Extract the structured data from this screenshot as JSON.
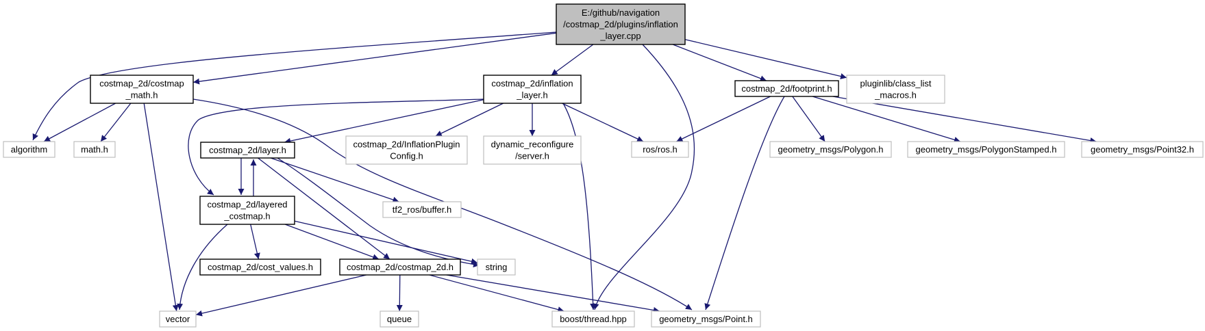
{
  "colors": {
    "edge": "#191970",
    "root_fill": "#bfbfbf",
    "documented_border": "#000000",
    "external_border": "#bfbfbf"
  },
  "nodes": [
    {
      "id": "root",
      "kind": "root",
      "lines": [
        "E:/github/navigation",
        "/costmap_2d/plugins/inflation",
        "_layer.cpp"
      ]
    },
    {
      "id": "costmap_math",
      "kind": "documented",
      "lines": [
        "costmap_2d/costmap",
        "_math.h"
      ]
    },
    {
      "id": "inflation_layer",
      "kind": "documented",
      "lines": [
        "costmap_2d/inflation",
        "_layer.h"
      ]
    },
    {
      "id": "footprint",
      "kind": "documented",
      "lines": [
        "costmap_2d/footprint.h"
      ]
    },
    {
      "id": "class_list",
      "kind": "external",
      "lines": [
        "pluginlib/class_list",
        "_macros.h"
      ]
    },
    {
      "id": "algorithm",
      "kind": "external",
      "lines": [
        "algorithm"
      ]
    },
    {
      "id": "math",
      "kind": "external",
      "lines": [
        "math.h"
      ]
    },
    {
      "id": "layer",
      "kind": "documented",
      "lines": [
        "costmap_2d/layer.h"
      ]
    },
    {
      "id": "inflation_cfg",
      "kind": "external",
      "lines": [
        "costmap_2d/InflationPlugin",
        "Config.h"
      ]
    },
    {
      "id": "dyn_server",
      "kind": "external",
      "lines": [
        "dynamic_reconfigure",
        "/server.h"
      ]
    },
    {
      "id": "ros",
      "kind": "external",
      "lines": [
        "ros/ros.h"
      ]
    },
    {
      "id": "polygon",
      "kind": "external",
      "lines": [
        "geometry_msgs/Polygon.h"
      ]
    },
    {
      "id": "polygon_stamped",
      "kind": "external",
      "lines": [
        "geometry_msgs/PolygonStamped.h"
      ]
    },
    {
      "id": "point32",
      "kind": "external",
      "lines": [
        "geometry_msgs/Point32.h"
      ]
    },
    {
      "id": "tf2_buffer",
      "kind": "external",
      "lines": [
        "tf2_ros/buffer.h"
      ]
    },
    {
      "id": "layered_costmap",
      "kind": "documented",
      "lines": [
        "costmap_2d/layered",
        "_costmap.h"
      ]
    },
    {
      "id": "cost_values",
      "kind": "documented",
      "lines": [
        "costmap_2d/cost_values.h"
      ]
    },
    {
      "id": "costmap_2d",
      "kind": "documented",
      "lines": [
        "costmap_2d/costmap_2d.h"
      ]
    },
    {
      "id": "string",
      "kind": "external",
      "lines": [
        "string"
      ]
    },
    {
      "id": "vector",
      "kind": "external",
      "lines": [
        "vector"
      ]
    },
    {
      "id": "queue",
      "kind": "external",
      "lines": [
        "queue"
      ]
    },
    {
      "id": "boost_thread",
      "kind": "external",
      "lines": [
        "boost/thread.hpp"
      ]
    },
    {
      "id": "point",
      "kind": "external",
      "lines": [
        "geometry_msgs/Point.h"
      ]
    }
  ],
  "edges": [
    {
      "from": "root",
      "to": "algorithm"
    },
    {
      "from": "root",
      "to": "costmap_math"
    },
    {
      "from": "root",
      "to": "inflation_layer"
    },
    {
      "from": "root",
      "to": "boost_thread"
    },
    {
      "from": "root",
      "to": "footprint"
    },
    {
      "from": "root",
      "to": "class_list"
    },
    {
      "from": "costmap_math",
      "to": "algorithm"
    },
    {
      "from": "costmap_math",
      "to": "math"
    },
    {
      "from": "costmap_math",
      "to": "vector"
    },
    {
      "from": "costmap_math",
      "to": "point"
    },
    {
      "from": "inflation_layer",
      "to": "layer"
    },
    {
      "from": "inflation_layer",
      "to": "layered_costmap"
    },
    {
      "from": "inflation_layer",
      "to": "inflation_cfg"
    },
    {
      "from": "inflation_layer",
      "to": "dyn_server"
    },
    {
      "from": "inflation_layer",
      "to": "ros"
    },
    {
      "from": "inflation_layer",
      "to": "boost_thread"
    },
    {
      "from": "footprint",
      "to": "ros"
    },
    {
      "from": "footprint",
      "to": "polygon"
    },
    {
      "from": "footprint",
      "to": "polygon_stamped"
    },
    {
      "from": "footprint",
      "to": "point32"
    },
    {
      "from": "footprint",
      "to": "point"
    },
    {
      "from": "layer",
      "to": "layered_costmap"
    },
    {
      "from": "layer",
      "to": "tf2_buffer"
    },
    {
      "from": "layer",
      "to": "costmap_2d"
    },
    {
      "from": "layer",
      "to": "string"
    },
    {
      "from": "layered_costmap",
      "to": "layer"
    },
    {
      "from": "layered_costmap",
      "to": "cost_values"
    },
    {
      "from": "layered_costmap",
      "to": "costmap_2d"
    },
    {
      "from": "layered_costmap",
      "to": "string"
    },
    {
      "from": "layered_costmap",
      "to": "vector"
    },
    {
      "from": "costmap_2d",
      "to": "vector"
    },
    {
      "from": "costmap_2d",
      "to": "queue"
    },
    {
      "from": "costmap_2d",
      "to": "boost_thread"
    },
    {
      "from": "costmap_2d",
      "to": "point"
    }
  ]
}
